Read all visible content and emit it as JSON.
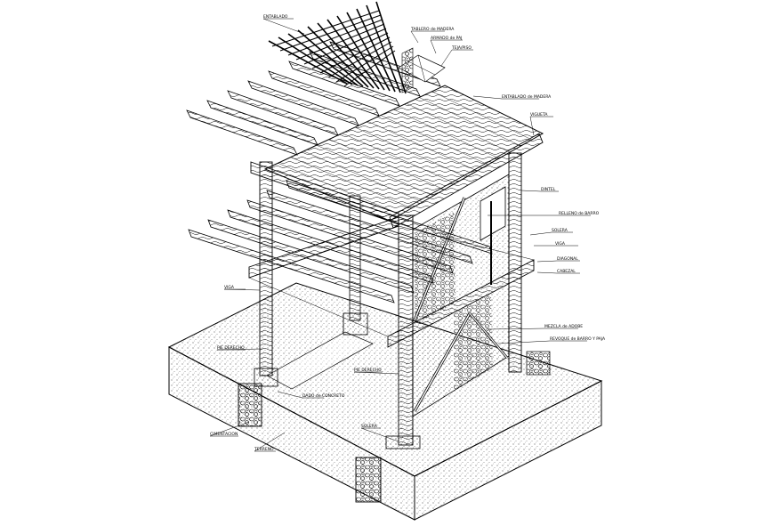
{
  "diagram": {
    "labels": {
      "decking": "ENTABLADO",
      "roof_boards": "TABLERO de MADERA",
      "roof_mesh": "ARMADO de PAJ",
      "tile": "TEJA/PISO",
      "floor_boards": "ENTABLADO de MADERA",
      "corner_post": "VIGUETA",
      "lintel": "DINTEL",
      "infill_top": "RELLENO de BARRO",
      "top_beam": "SOLERA",
      "mid_beam": "VIGA",
      "brace": "DIAGONAL",
      "joist_ends": "CABEZAL",
      "wall_mix": "MEZCLA de ADOBE",
      "wall_finish": "REVOQUE de BARRO Y PAJA",
      "beam_left": "VIGA",
      "post_left": "PIE DERECHO",
      "post_front": "PIE DERECHO",
      "footing": "DADO de CONCRETO",
      "sill": "SOLERA",
      "foundation": "CIMENTACION",
      "ground": "TERRENO"
    }
  }
}
